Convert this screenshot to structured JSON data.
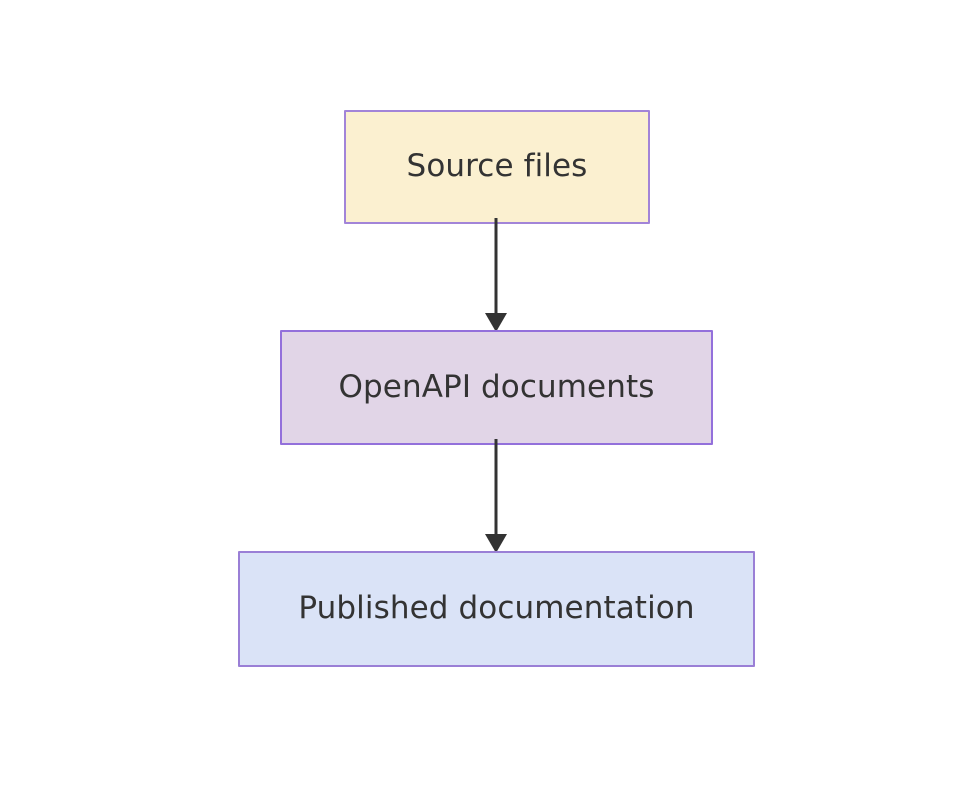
{
  "diagram": {
    "type": "flowchart",
    "direction": "top-to-bottom",
    "background_color": "#ffffff",
    "nodes": [
      {
        "id": "source-files",
        "label": "Source files",
        "shape": "rectangle",
        "fill_color": "#fbf0d0",
        "border_color": "#a284d8",
        "text_color": "#333333"
      },
      {
        "id": "openapi-documents",
        "label": "OpenAPI documents",
        "shape": "rectangle",
        "fill_color": "#e1d5e7",
        "border_color": "#9370db",
        "text_color": "#333333"
      },
      {
        "id": "published-documentation",
        "label": "Published documentation",
        "shape": "rectangle",
        "fill_color": "#dae3f7",
        "border_color": "#9a7fd6",
        "text_color": "#333333"
      }
    ],
    "edges": [
      {
        "id": "source-to-openapi",
        "from": "source-files",
        "to": "openapi-documents",
        "label": "",
        "style": "solid",
        "arrowhead": "filled-triangle",
        "color": "#333333"
      },
      {
        "id": "openapi-to-published",
        "from": "openapi-documents",
        "to": "published-documentation",
        "label": "",
        "style": "solid",
        "arrowhead": "filled-triangle",
        "color": "#333333"
      }
    ]
  }
}
